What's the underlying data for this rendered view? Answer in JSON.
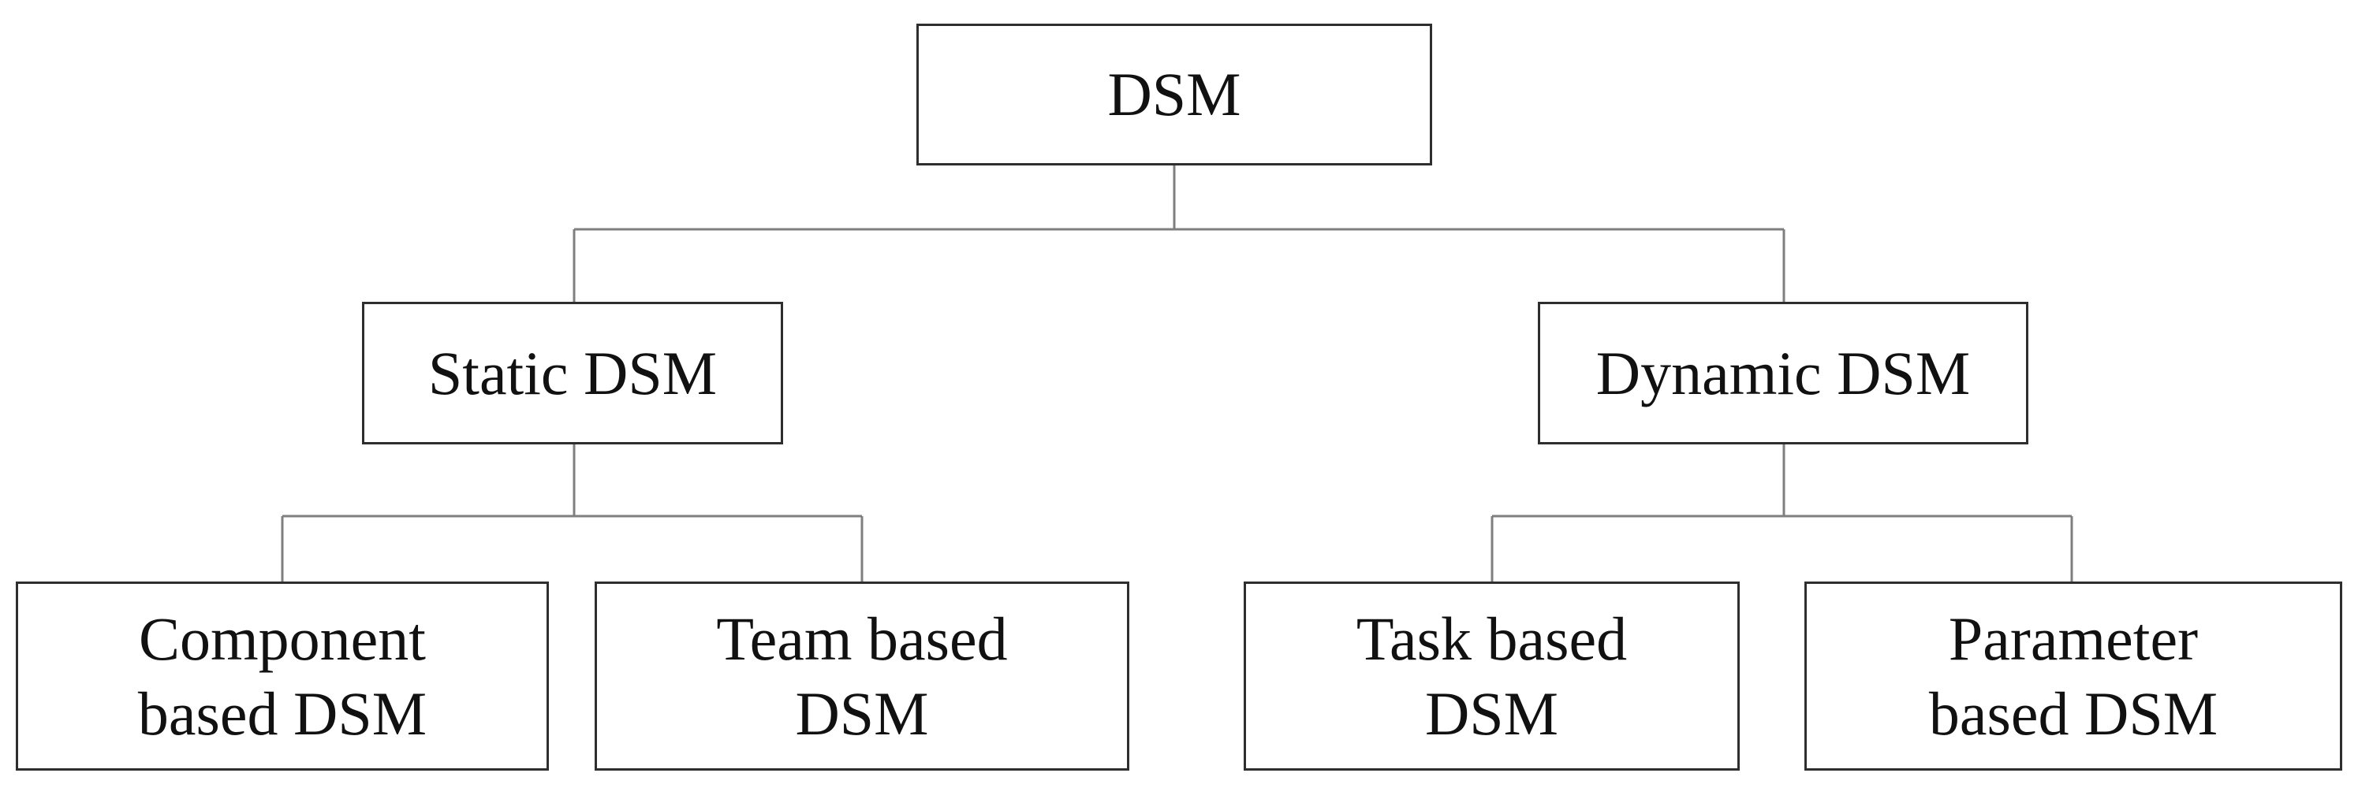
{
  "diagram": {
    "root": "DSM",
    "static": "Static DSM",
    "dynamic": "Dynamic DSM",
    "component": "Component\nbased DSM",
    "team": "Team based\nDSM",
    "task": "Task based\nDSM",
    "parameter": "Parameter\nbased DSM"
  },
  "colors": {
    "box_border": "#2e2e2e",
    "connector": "#7f7f7f",
    "text": "#111111",
    "background": "#ffffff"
  }
}
